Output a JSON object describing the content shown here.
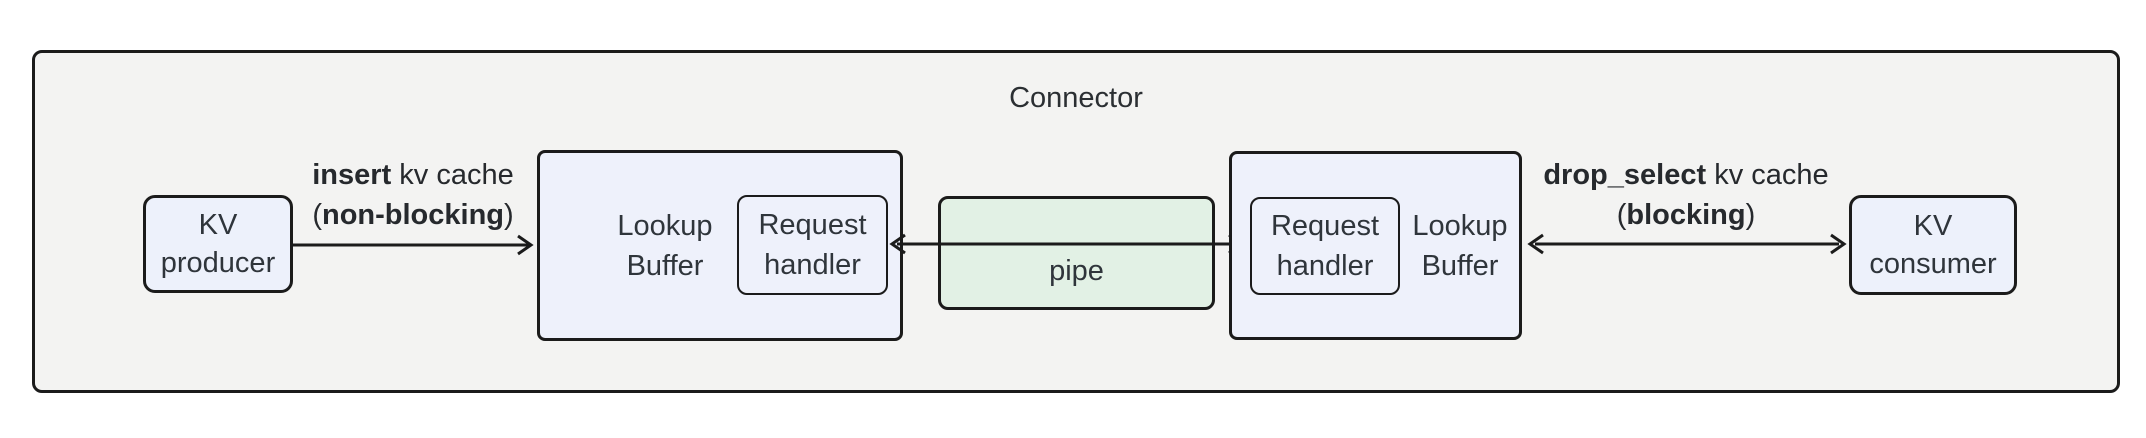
{
  "title": "Connector",
  "nodes": {
    "kv_producer": "KV\nproducer",
    "lookup_buffer_left": "Lookup\nBuffer",
    "request_handler_left": "Request\nhandler",
    "pipe": "pipe",
    "request_handler_right": "Request\nhandler",
    "lookup_buffer_right": "Lookup\nBuffer",
    "kv_consumer": "KV\nconsumer"
  },
  "edges": {
    "insert": {
      "method": "insert",
      "suffix": " kv cache",
      "open": "(",
      "mode": "non-blocking",
      "close": ")"
    },
    "drop_select": {
      "method": "drop_select",
      "suffix": " kv cache",
      "open": "(",
      "mode": "blocking",
      "close": ")"
    }
  },
  "colors": {
    "node_fill": "#edf1fb",
    "pipe_fill": "#e2f1e5",
    "outer_fill": "#f3f3f2",
    "border": "#1b1b1b",
    "text": "#2f353b"
  }
}
